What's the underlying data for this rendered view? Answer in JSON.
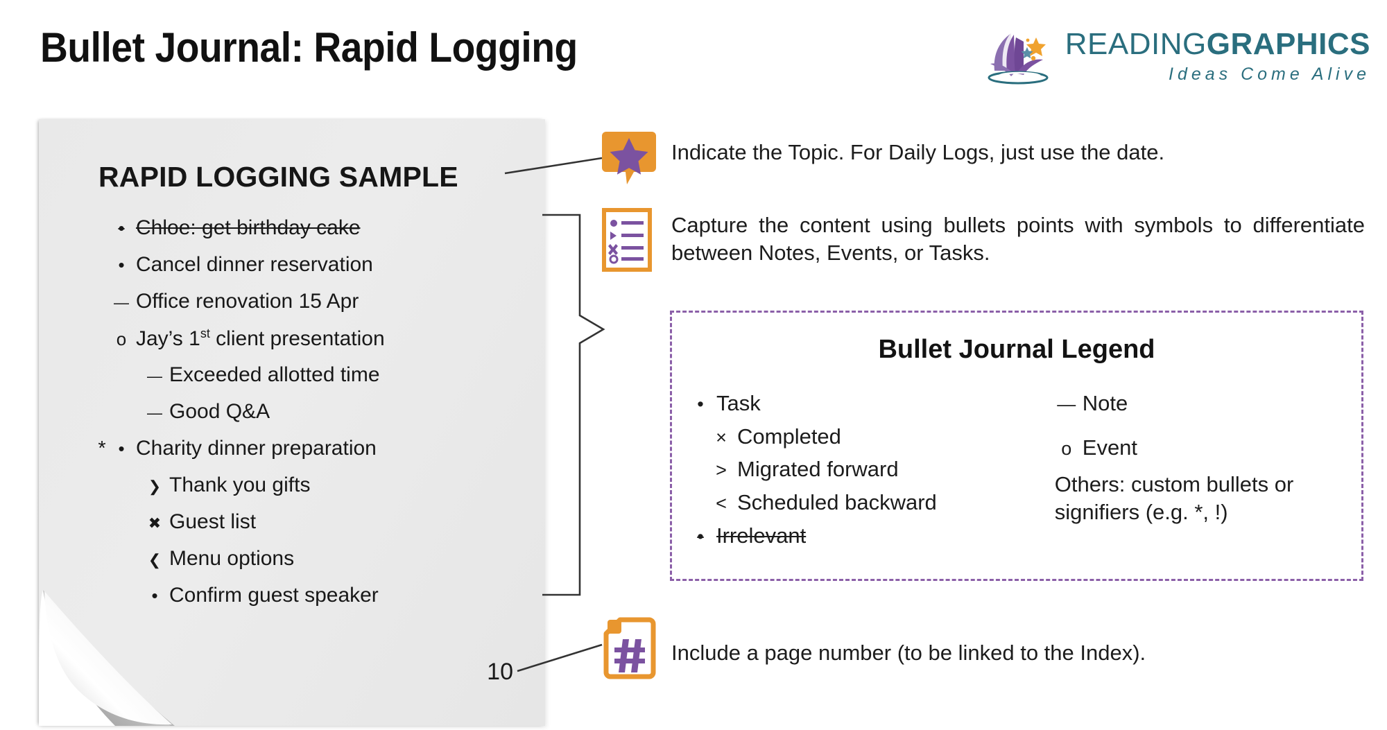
{
  "header": {
    "title": "Bullet Journal: Rapid Logging",
    "logo": {
      "word_light": "READING",
      "word_bold": "GRAPHICS",
      "tagline": "Ideas Come Alive",
      "mark_name": "open-book-with-stars"
    }
  },
  "note": {
    "title": "RAPID LOGGING SAMPLE",
    "page_number": "10",
    "items": [
      {
        "signifier": "",
        "bullet": "•",
        "text": "Chloe: get birthday cake",
        "struck": true,
        "indent": false
      },
      {
        "signifier": "",
        "bullet": "•",
        "text": "Cancel dinner reservation",
        "struck": false,
        "indent": false
      },
      {
        "signifier": "",
        "bullet": "—",
        "text": "Office renovation 15 Apr",
        "struck": false,
        "indent": false
      },
      {
        "signifier": "",
        "bullet": "o",
        "text": "Jay’s 1st client presentation",
        "struck": false,
        "indent": false,
        "sup": "st"
      },
      {
        "signifier": "",
        "bullet": "—",
        "text": "Exceeded allotted time",
        "struck": false,
        "indent": true
      },
      {
        "signifier": "",
        "bullet": "—",
        "text": "Good Q&A",
        "struck": false,
        "indent": true
      },
      {
        "signifier": "*",
        "bullet": "•",
        "text": "Charity dinner preparation",
        "struck": false,
        "indent": false
      },
      {
        "signifier": "",
        "bullet": "❯",
        "text": "Thank you gifts",
        "struck": false,
        "indent": true
      },
      {
        "signifier": "",
        "bullet": "✖",
        "text": "Guest list",
        "struck": false,
        "indent": true
      },
      {
        "signifier": "",
        "bullet": "❮",
        "text": "Menu options",
        "struck": false,
        "indent": true
      },
      {
        "signifier": "",
        "bullet": "•",
        "text": "Confirm guest speaker",
        "struck": false,
        "indent": true
      }
    ]
  },
  "callouts": {
    "topic": {
      "icon_name": "speech-bubble-star-icon",
      "text": "Indicate the Topic. For Daily Logs, just use the date."
    },
    "bullets": {
      "icon_name": "bullet-list-icon",
      "text": "Capture the content using bullets points with symbols to differentiate between Notes, Events, or Tasks."
    },
    "page": {
      "icon_name": "page-number-hash-icon",
      "text": "Include a page number (to be linked to the Index)."
    }
  },
  "legend": {
    "title": "Bullet Journal Legend",
    "left": [
      {
        "symbol": "•",
        "label": "Task",
        "sub": false,
        "struck": false
      },
      {
        "symbol": "×",
        "label": "Completed",
        "sub": true,
        "struck": false
      },
      {
        "symbol": ">",
        "label": "Migrated forward",
        "sub": true,
        "struck": false
      },
      {
        "symbol": "<",
        "label": "Scheduled backward",
        "sub": true,
        "struck": false
      },
      {
        "symbol": "•",
        "label": "Irrelevant",
        "sub": false,
        "struck": true
      }
    ],
    "right": [
      {
        "symbol": "—",
        "label": "Note",
        "sub": false,
        "struck": false
      },
      {
        "symbol": "o",
        "label": "Event",
        "sub": false,
        "struck": false
      }
    ],
    "note": "Others: custom bullets or signifiers (e.g. *, !)"
  },
  "colors": {
    "orange": "#E8962F",
    "purple": "#7B52A0",
    "legend_border": "#8B5FA8",
    "teal": "#2A6E7E",
    "paper": "#EAEAEA"
  }
}
